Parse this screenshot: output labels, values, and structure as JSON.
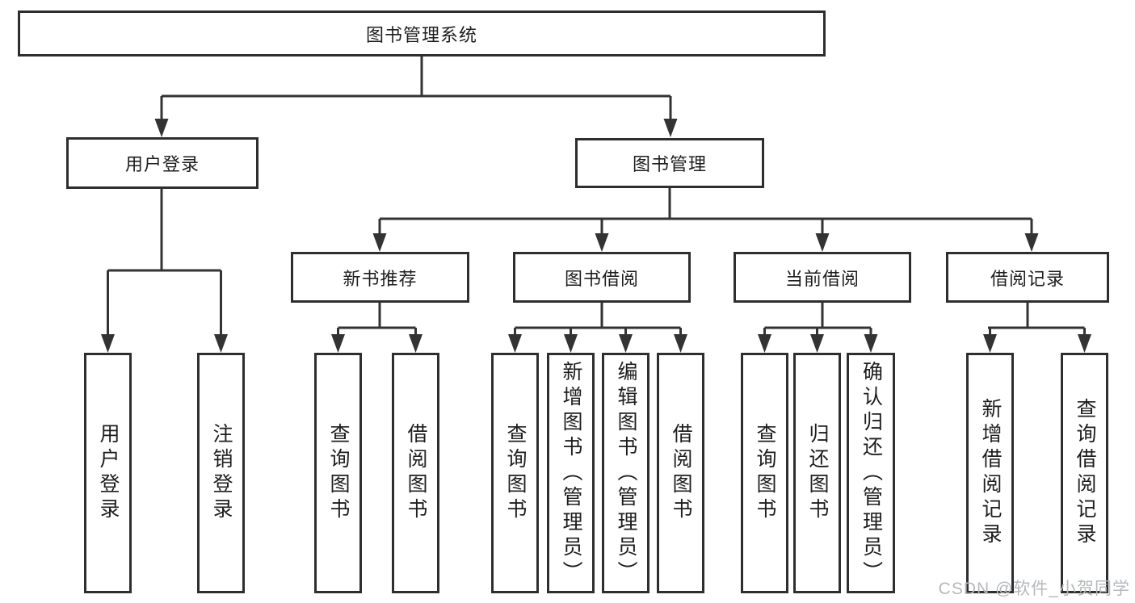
{
  "diagram": {
    "type": "hierarchy-tree",
    "title": "图书管理系统",
    "nodes": {
      "root": "图书管理系统",
      "user_login_group": "用户登录",
      "book_mgmt": "图书管理",
      "new_book_rec": "新书推荐",
      "book_borrow": "图书借阅",
      "current_borrow": "当前借阅",
      "borrow_records": "借阅记录",
      "user_login": "用户登录",
      "logout": "注销登录",
      "nbr_query_book": "查询图书",
      "nbr_borrow_book": "借阅图书",
      "bb_query_book": "查询图书",
      "bb_add_book": "新增图书（管理员）",
      "bb_edit_book": "编辑图书（管理员）",
      "bb_borrow_book": "借阅图书",
      "cb_query_book": "查询图书",
      "cb_return_book": "归还图书",
      "cb_confirm_return": "确认归还（管理员）",
      "br_add_record": "新增借阅记录",
      "br_query_record": "查询借阅记录"
    },
    "hierarchy": {
      "图书管理系统": {
        "用户登录": [
          "用户登录",
          "注销登录"
        ],
        "图书管理": {
          "新书推荐": [
            "查询图书",
            "借阅图书"
          ],
          "图书借阅": [
            "查询图书",
            "新增图书（管理员）",
            "编辑图书（管理员）",
            "借阅图书"
          ],
          "当前借阅": [
            "查询图书",
            "归还图书",
            "确认归还（管理员）"
          ],
          "借阅记录": [
            "新增借阅记录",
            "查询借阅记录"
          ]
        }
      }
    }
  },
  "watermark": "CSDN @软件_小贺同学",
  "colors": {
    "line": "#333333",
    "box_border": "#2e2e2e",
    "box_fill": "#ffffff",
    "text": "#1e1e1e",
    "watermark": "#b5b9bc",
    "background": "#ffffff"
  }
}
